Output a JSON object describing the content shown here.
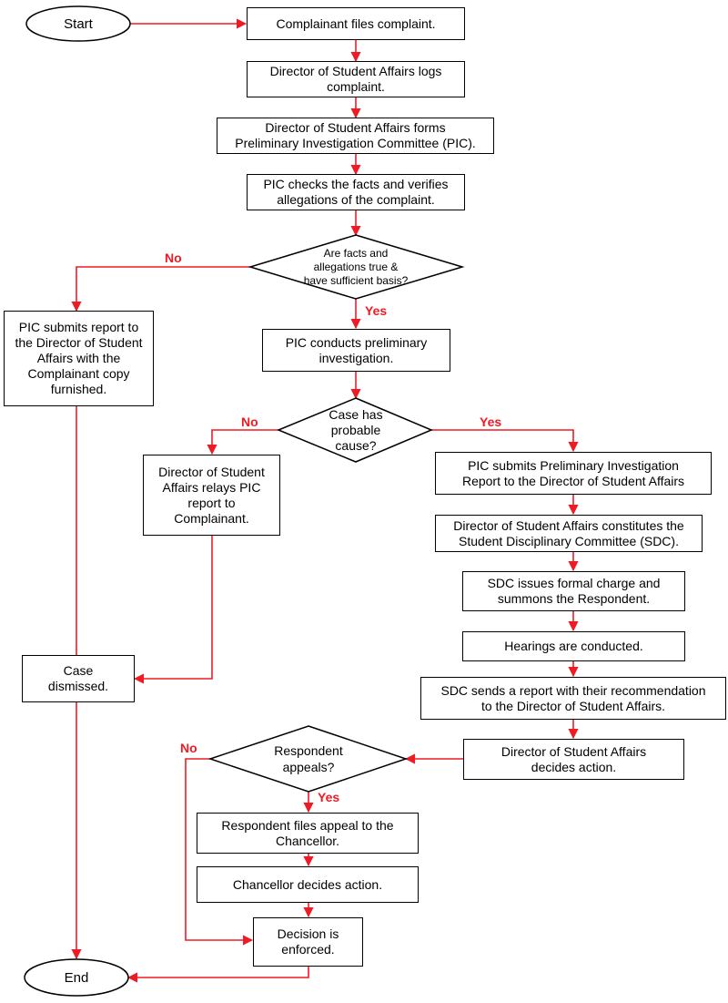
{
  "nodes": {
    "start": "Start",
    "n1": "Complainant files complaint.",
    "n2": "Director of Student Affairs logs\ncomplaint.",
    "n3": "Director of Student Affairs forms\nPreliminary Investigation Committee (PIC).",
    "n4": "PIC checks the facts and verifies\nallegations of the complaint.",
    "d1": "Are facts and\nallegations true &\nhave sufficient basis?",
    "n5": "PIC submits report to\nthe Director of Student\nAffairs with the\nComplainant copy\nfurnished.",
    "n6": "PIC conducts preliminary\ninvestigation.",
    "d2": "Case has\nprobable\ncause?",
    "n7": "Director of Student\nAffairs relays PIC\nreport to\nComplainant.",
    "n8": "PIC submits Preliminary Investigation\nReport to the Director of Student Affairs",
    "n9": "Director of Student Affairs  constitutes the\nStudent Disciplinary Committee (SDC).",
    "n10": "SDC issues formal charge and\nsummons the Respondent.",
    "n11": "Hearings are conducted.",
    "n12": "SDC sends a report with their recommendation\nto the Director of Student Affairs.",
    "n13": "Director of Student Affairs\ndecides action.",
    "dismissed": "Case\ndismissed.",
    "d3": "Respondent\nappeals?",
    "n14": "Respondent files appeal to the\nChancellor.",
    "n15": "Chancellor decides action.",
    "n16": "Decision is\nenforced.",
    "end": "End"
  },
  "edge_labels": {
    "d1_no": "No",
    "d1_yes": "Yes",
    "d2_no": "No",
    "d2_yes": "Yes",
    "d3_no": "No",
    "d3_yes": "Yes"
  },
  "colors": {
    "arrow": "#ee1b24",
    "border": "#000000",
    "fill": "#ffffff"
  }
}
